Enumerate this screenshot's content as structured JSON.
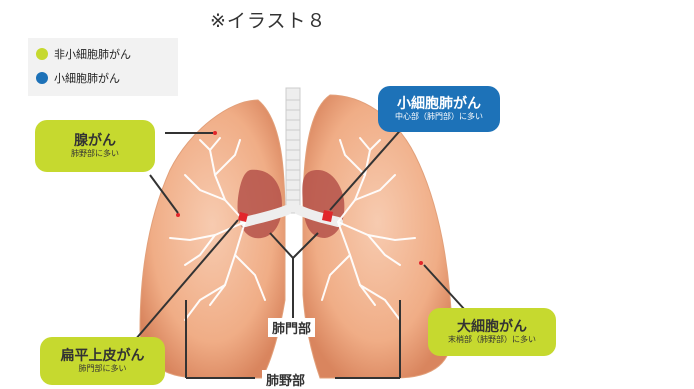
{
  "title": "※イラスト８",
  "legend": {
    "items": [
      {
        "label": "非小細胞肺がん",
        "color": "#c6d92f"
      },
      {
        "label": "小細胞肺がん",
        "color": "#1d72b8"
      }
    ]
  },
  "callouts": {
    "adeno": {
      "main": "腺がん",
      "sub": "肺野部に多い"
    },
    "small_cell": {
      "main": "小細胞肺がん",
      "sub": "中心部（肺門部）に多い"
    },
    "squamous": {
      "main": "扁平上皮がん",
      "sub": "肺門部に多い"
    },
    "large_cell": {
      "main": "大細胞がん",
      "sub": "末梢部（肺野部）に多い"
    }
  },
  "regions": {
    "hilum": "肺門部",
    "peripheral": "肺野部"
  },
  "colors": {
    "lung": "#f2b48f",
    "lung_dark": "#d9855e",
    "hilum_area": "#b5524a",
    "trachea": "#eeeeee",
    "tumor": "#e2262b",
    "line": "#333333"
  }
}
